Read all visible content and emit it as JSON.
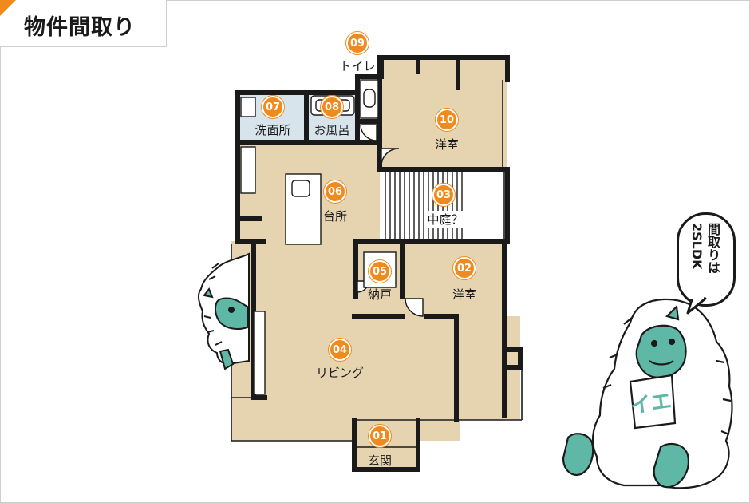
{
  "header": {
    "title": "物件間取り"
  },
  "rooms": [
    {
      "num": "01",
      "label": "玄関"
    },
    {
      "num": "02",
      "label": "洋室"
    },
    {
      "num": "03",
      "label": "中庭？"
    },
    {
      "num": "04",
      "label": "リビング"
    },
    {
      "num": "05",
      "label": "納戸"
    },
    {
      "num": "06",
      "label": "台所"
    },
    {
      "num": "07",
      "label": "洗面所"
    },
    {
      "num": "08",
      "label": "お風呂"
    },
    {
      "num": "09",
      "label": "トイレ"
    },
    {
      "num": "10",
      "label": "洋室"
    }
  ],
  "speech_bubble": {
    "line1": "間取りは",
    "line2": "2SLDK"
  },
  "mascot": {
    "chest_text": "イエ"
  },
  "colors": {
    "accent": "#f08a1c",
    "floor": "#e6d3b0",
    "wall": "#1a1a1a",
    "wet_area": "#d8e4ec",
    "mascot_skin": "#5fb7a6"
  }
}
